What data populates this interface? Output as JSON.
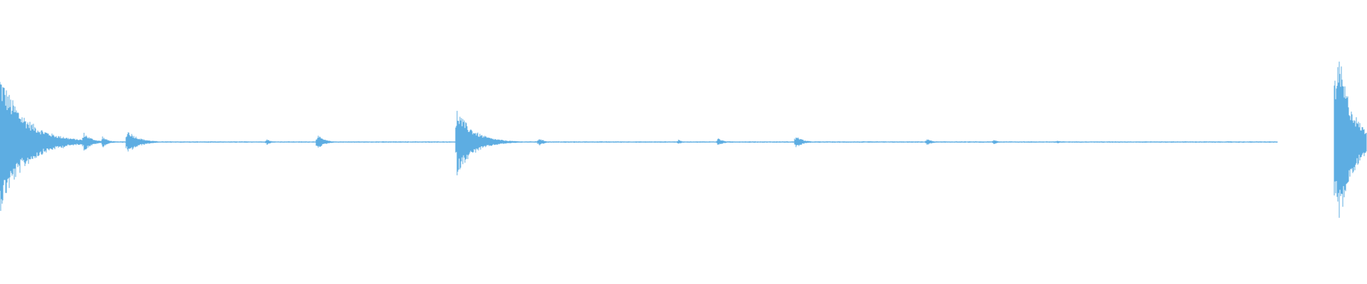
{
  "waveform": {
    "color": "#5dade2",
    "background": "#ffffff",
    "bursts": [
      {
        "t": 0.0,
        "amp": 0.82,
        "decay": 0.018
      },
      {
        "t": 0.046,
        "amp": 0.08,
        "decay": 0.004
      },
      {
        "t": 0.061,
        "amp": 0.12,
        "decay": 0.006
      },
      {
        "t": 0.075,
        "amp": 0.07,
        "decay": 0.004
      },
      {
        "t": 0.093,
        "amp": 0.15,
        "decay": 0.008
      },
      {
        "t": 0.195,
        "amp": 0.04,
        "decay": 0.003
      },
      {
        "t": 0.232,
        "amp": 0.09,
        "decay": 0.005
      },
      {
        "t": 0.334,
        "amp": 0.4,
        "decay": 0.012
      },
      {
        "t": 0.394,
        "amp": 0.05,
        "decay": 0.004
      },
      {
        "t": 0.496,
        "amp": 0.03,
        "decay": 0.003
      },
      {
        "t": 0.525,
        "amp": 0.05,
        "decay": 0.004
      },
      {
        "t": 0.582,
        "amp": 0.08,
        "decay": 0.005
      },
      {
        "t": 0.678,
        "amp": 0.04,
        "decay": 0.004
      },
      {
        "t": 0.727,
        "amp": 0.03,
        "decay": 0.003
      },
      {
        "t": 0.773,
        "amp": 0.02,
        "decay": 0.003
      },
      {
        "t": 0.98,
        "amp": 1.0,
        "decay": 0.01
      }
    ],
    "signal_end": 0.935
  }
}
